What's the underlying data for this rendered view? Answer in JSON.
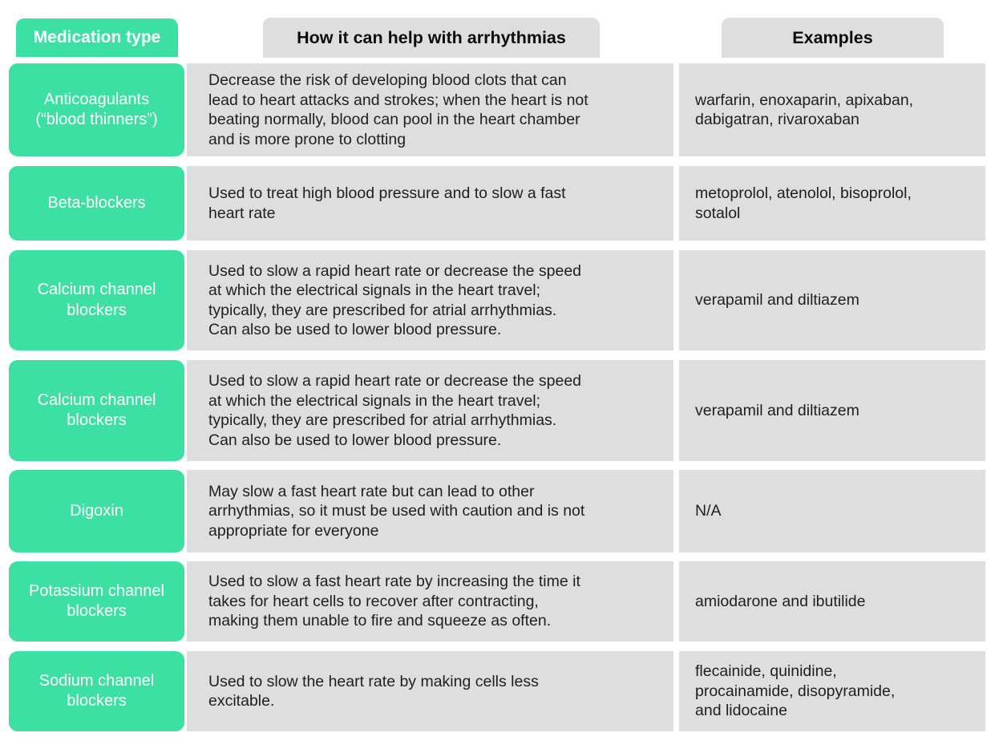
{
  "colors": {
    "accent_green": "#3ce0a3",
    "cell_gray": "#dedede",
    "header_text": "#0d0d0d",
    "body_text": "#1f1f1f",
    "type_text": "#ffffff"
  },
  "table": {
    "headers": {
      "medication_type": "Medication type",
      "how_it_helps": "How it can help with arrhythmias",
      "examples": "Examples"
    },
    "rows": [
      {
        "type": "Anticoagulants\n(“blood thinners”)",
        "description": "Decrease the risk of developing blood clots that can\nlead to heart attacks and strokes; when the heart is not\nbeating normally, blood can pool in the heart chamber\nand is more prone to clotting",
        "examples": "warfarin, enoxaparin, apixaban,\ndabigatran, rivaroxaban"
      },
      {
        "type": "Beta-blockers",
        "description": "Used to treat high blood pressure and to slow a fast\nheart rate",
        "examples": "metoprolol, atenolol, bisoprolol,\nsotalol"
      },
      {
        "type": "Calcium channel\nblockers",
        "description": "Used to slow a rapid heart rate or decrease the speed\nat which the electrical signals in the heart travel;\ntypically, they are prescribed for atrial arrhythmias.\nCan also be used to lower blood pressure.",
        "examples": "verapamil and diltiazem"
      },
      {
        "type": "Calcium channel\nblockers",
        "description": "Used to slow a rapid heart rate or decrease the speed\nat which the electrical signals in the heart travel;\ntypically, they are prescribed for atrial arrhythmias.\nCan also be used to lower blood pressure.",
        "examples": "verapamil and diltiazem"
      },
      {
        "type": "Digoxin",
        "description": "May slow a fast heart rate but can lead to other\narrhythmias, so it must be used with caution and is not\nappropriate for everyone",
        "examples": "N/A"
      },
      {
        "type": "Potassium channel\nblockers",
        "description": "Used to slow a fast heart rate by increasing the time it\ntakes for heart cells to recover after contracting,\nmaking them unable to fire and squeeze as often.",
        "examples": "amiodarone and ibutilide"
      },
      {
        "type": "Sodium channel\nblockers",
        "description": "Used to slow the heart rate by making cells less\nexcitable.",
        "examples": "flecainide, quinidine,\nprocainamide, disopyramide,\nand lidocaine"
      }
    ]
  }
}
